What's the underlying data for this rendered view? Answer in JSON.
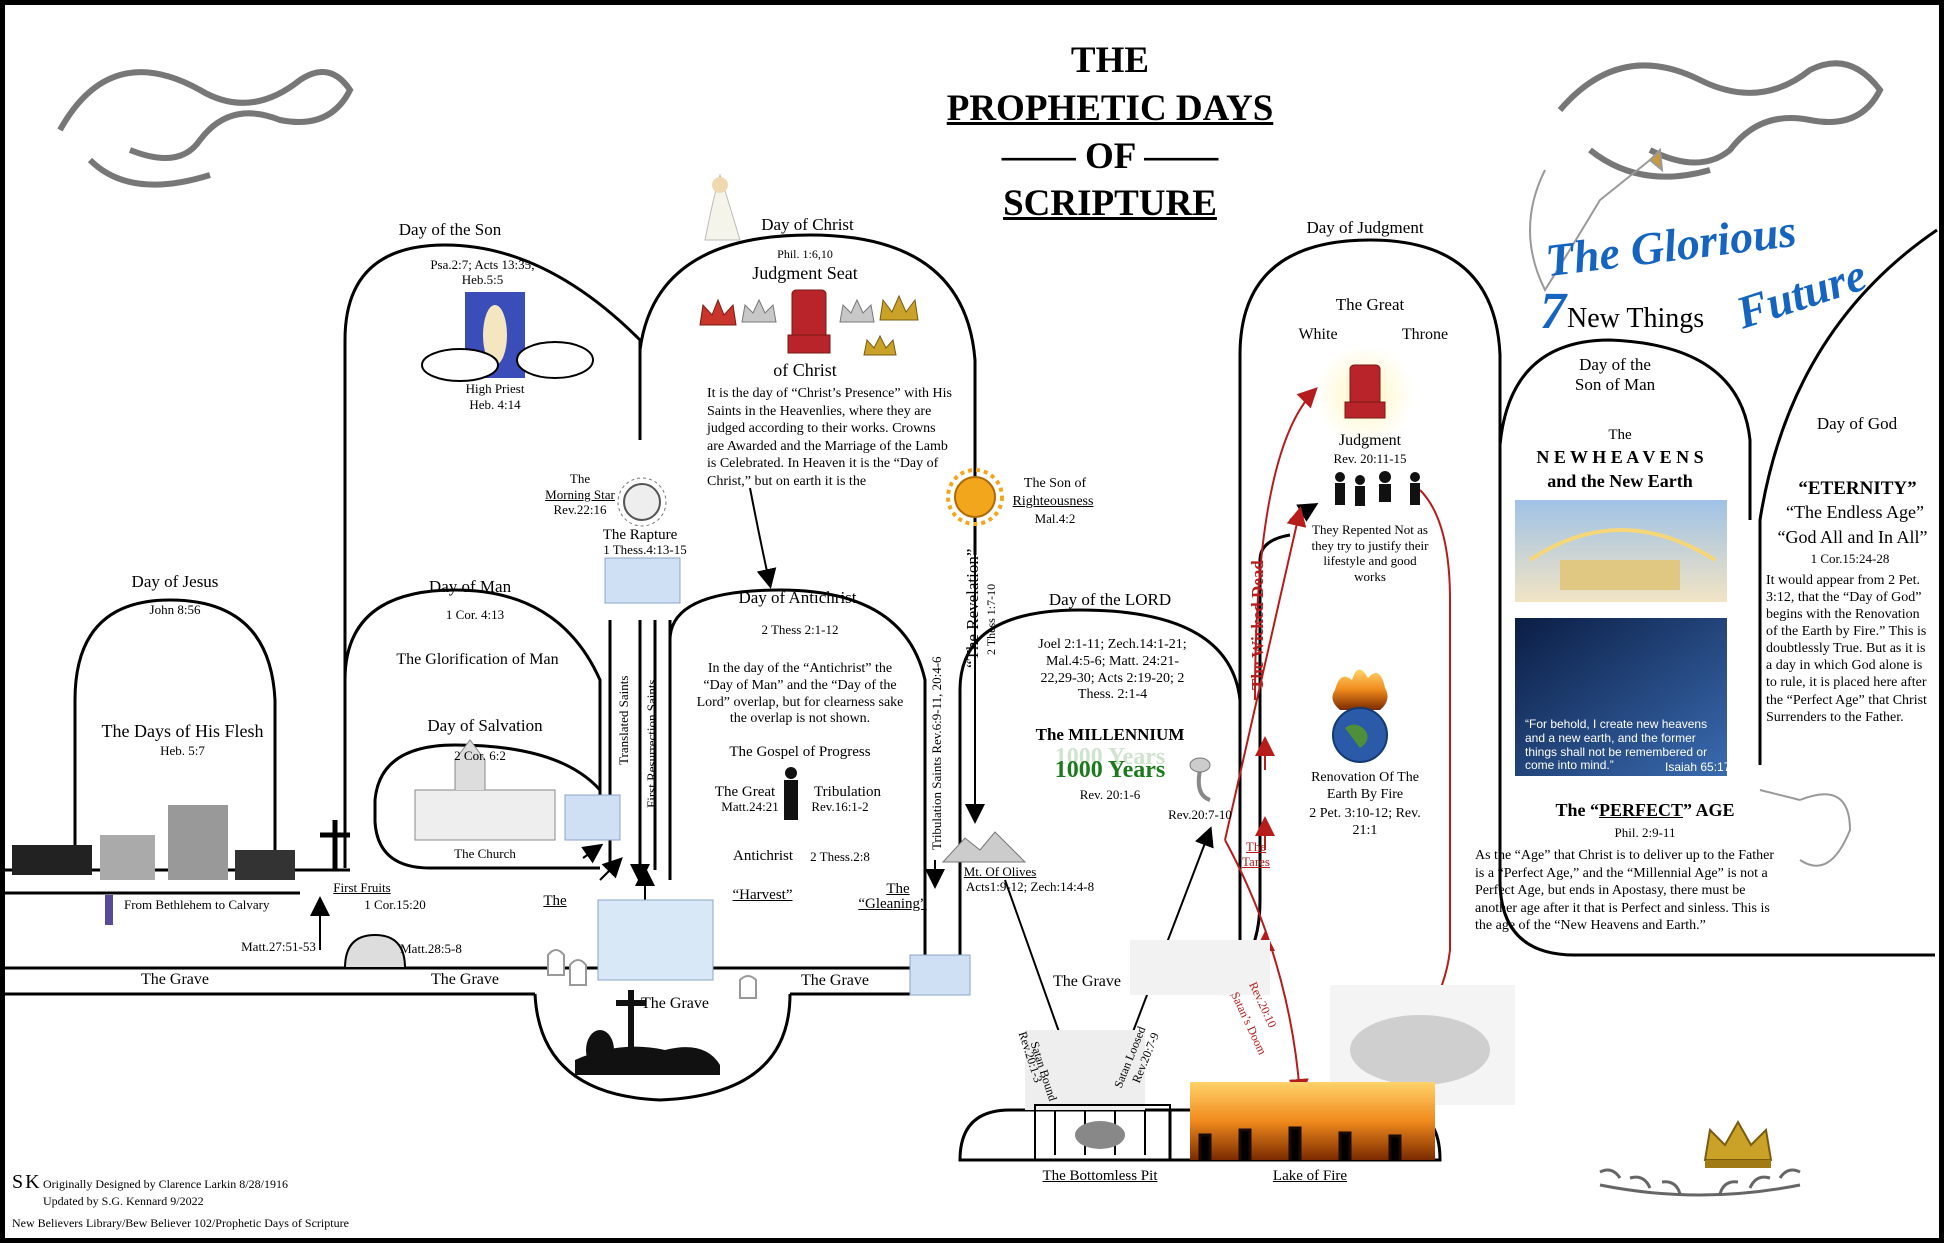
{
  "title": {
    "line1": "THE",
    "line2": "PROPHETIC DAYS",
    "line3": "—— OF ——",
    "line4": "SCRIPTURE"
  },
  "glorious": {
    "line1": "The Glorious",
    "line2": "Future",
    "num": "7",
    "sub": "New Things"
  },
  "days": {
    "son": {
      "label": "Day of the Son",
      "refs": "Psa.2:7; Acts 13:35; Heb.5:5",
      "priest": "High Priest",
      "priest_ref": "Heb. 4:14"
    },
    "christ": {
      "label": "Day of Christ",
      "ref": "Phil. 1:6,10",
      "seat1": "Judgment Seat",
      "seat2": "of Christ",
      "body": "It is the day of “Christ’s Presence” with His Saints in the Heavenlies, where they are judged according to their works. Crowns are Awarded and the Marriage of the Lamb is Celebrated. In Heaven it is the “Day of Christ,” but on earth it is the"
    },
    "judgment": {
      "label": "Day of Judgment",
      "great": "The Great",
      "white": "White",
      "throne": "Throne",
      "judg": "Judgment",
      "ref": "Rev. 20:11-15",
      "repented": "They Repented Not as they try to justify their lifestyle and good works"
    },
    "sonofman": {
      "label": "Day of the Son of Man",
      "the": "The",
      "nh": "N E W  H E A V E N S",
      "ne": "and the New Earth"
    },
    "god": {
      "label": "Day of God",
      "eternity": "“ETERNITY”",
      "endless": "“The Endless Age”",
      "allinall": "“God All and In All”",
      "ref": "1 Cor.15:24-28",
      "body": "It would appear from 2 Pet. 3:12, that the “Day of God” begins with the Renovation of the Earth by Fire.” This is doubtlessly True. But as it is a day in which God alone is to rule, it is placed here after the “Perfect Age” that Christ Surrenders to the Father."
    },
    "jesus": {
      "label": "Day of Jesus",
      "ref": "John 8:56",
      "flesh": "The Days of His Flesh",
      "flesh_ref": "Heb. 5:7"
    },
    "man": {
      "label": "Day of Man",
      "ref": "1 Cor. 4:13",
      "glor": "The Glorification of Man"
    },
    "salvation": {
      "label": "Day of Salvation",
      "ref": "2 Cor. 6:2",
      "church": "The Church"
    },
    "antichrist": {
      "label": "Day of Antichrist",
      "ref": "2 Thess 2:1-12",
      "body": "In the day of the “Antichrist” the “Day of Man” and the “Day of the Lord” overlap, but for clearness sake the overlap is not shown.",
      "gospel": "The Gospel of Progress",
      "great": "The Great",
      "trib": "Tribulation",
      "trib_ref1": "Matt.24:21",
      "trib_ref2": "Rev.16:1-2",
      "anti": "Antichrist",
      "anti_ref": "2 Thess.2:8"
    },
    "lord": {
      "label": "Day of the LORD",
      "refs": "Joel 2:1-11; Zech.14:1-21; Mal.4:5-6; Matt. 24:21-22,29-30; Acts 2:19-20; 2 Thess. 2:1-4",
      "mill": "The MILLENNIUM",
      "years_ghost": "1000 Years",
      "years": "1000 Years",
      "ref": "Rev. 20:1-6"
    }
  },
  "labels": {
    "morning": "The",
    "morning2": "Morning Star",
    "morning_ref": "Rev.22:16",
    "rapture": "The Rapture",
    "rapture_ref": "1 Thess.4:13-15",
    "sonright": "The Son of",
    "sonright2": "Righteousness",
    "sonright_ref": "Mal.4:2",
    "revelation": "“The Revelation”",
    "rev_ref": "2 Thess 1:7-10",
    "translated": "Translated Saints",
    "firstres": "First Resurrection Saints",
    "tribsaints": "Tribulation Saints Rev.6:9-11, 20:4-6",
    "wicked": "The Wicked Dead",
    "renov": "Renovation Of The Earth By Fire",
    "renov_ref": "2 Pet. 3:10-12; Rev. 21:1",
    "rev207": "Rev.20:7-10",
    "tares": "The Tares",
    "olives": "Mt. Of Olives",
    "olives_ref": "Acts1:9-12; Zech:14:4-8",
    "firstfruits": "First Fruits",
    "ff_ref": "1 Cor.15:20",
    "bethlehem": "From Bethlehem to Calvary",
    "matt2751": "Matt.27:51-53",
    "matt285": "Matt.28:5-8",
    "the": "The",
    "harvest": "“Harvest”",
    "gleaning1": "The",
    "gleaning2": "“Gleaning”",
    "grave": "The Grave",
    "satanbound": "Satan Bound",
    "sb_ref": "Rev.20:1-3",
    "satanloosed": "Satan Loosed",
    "sl_ref": "Rev.20:7-9",
    "satandoom": "Satan’s Doom",
    "sd_ref": "Rev.20:10",
    "pit": "The Bottomless Pit",
    "lake": "Lake of Fire",
    "isaiah": "“For behold, I create new heavens and a new earth, and the former things shall not be remembered or come into mind.”",
    "isaiah_ref": "Isaiah 65:17"
  },
  "perfect": {
    "title_pre": "The “",
    "title_u": "PERFECT",
    "title_post": "” AGE",
    "ref": "Phil. 2:9-11",
    "body": "As the “Age” that Christ is to deliver up to the Father is a “Perfect Age,” and the “Millennial Age” is not a Perfect Age, but ends in Apostasy, there must be another age after it that is Perfect and sinless. This is the age of the “New Heavens and Earth.”"
  },
  "credits": {
    "sk": "SK",
    "line1": "Originally Designed by Clarence Larkin 8/28/1916",
    "line2": "Updated by S.G. Kennard 9/2022",
    "line3": "New Believers Library/Bew Believer 102/Prophetic Days of Scripture"
  },
  "colors": {
    "red": "#b71c1c",
    "blue": "#1565c0",
    "green": "#1b7a1b",
    "gold": "#c9a227"
  }
}
